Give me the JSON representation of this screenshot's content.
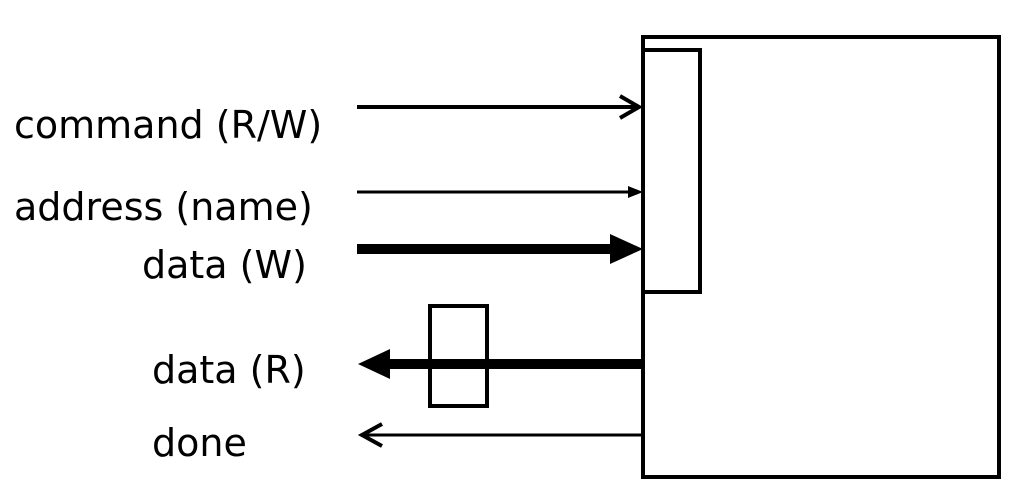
{
  "labels": {
    "command": "command (R/W)",
    "address": "address (name)",
    "data_write": "data (W)",
    "data_read": "data (R)",
    "done": "done"
  },
  "colors": {
    "stroke": "#000000",
    "background": "#ffffff"
  }
}
